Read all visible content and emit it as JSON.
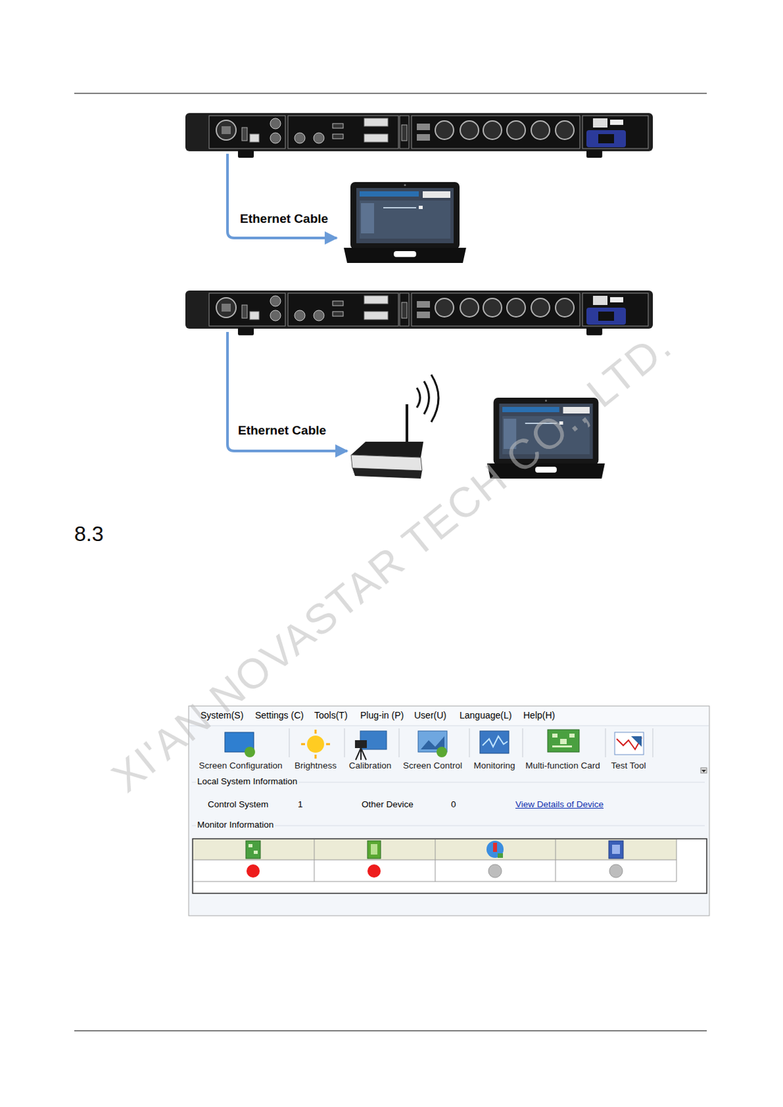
{
  "diagram": {
    "labels": [
      "Ethernet Cable",
      "Ethernet Cable",
      "8.3",
      "System(S)",
      "Settings (C)",
      "Tools(T)",
      "Plug-in (P)",
      "User(U)",
      "Language(L)",
      "Help(H)",
      "Screen Configuration",
      "Brightness",
      "Calibration",
      "Screen Control",
      "Monitoring",
      "Multi-function Card",
      "Test Tool",
      "Local System Information",
      "Control System",
      "1",
      "Other Device",
      "0",
      "View Details of Device",
      "Monitor Information",
      "XI'AN NOVASTAR TECH CO., LTD."
    ]
  }
}
